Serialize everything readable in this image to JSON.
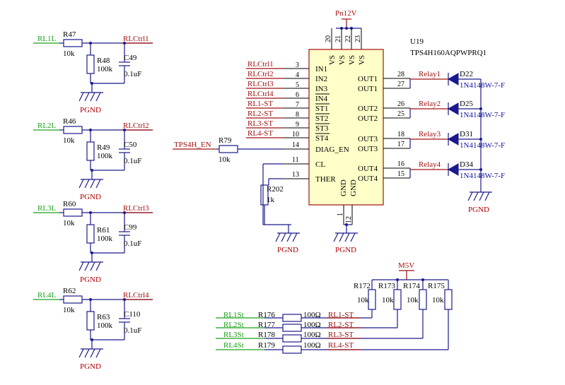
{
  "power": {
    "pn12v": "Pn12V",
    "m5v": "M5V",
    "pgnd": "PGND"
  },
  "channels": [
    {
      "in": "RL1L",
      "r1": "R47",
      "r1v": "10k",
      "r2": "R48",
      "r2v": "100k",
      "c": "C49",
      "cv": "0.1uF",
      "out": "RLCtrl1"
    },
    {
      "in": "RL2L",
      "r1": "R46",
      "r1v": "10k",
      "r2": "R49",
      "r2v": "100k",
      "c": "C50",
      "cv": "0.1uF",
      "out": "RLCtrl2"
    },
    {
      "in": "RL3L",
      "r1": "R60",
      "r1v": "10k",
      "r2": "R61",
      "r2v": "100k",
      "c": "C99",
      "cv": "0.1uF",
      "out": "RLCtrl3"
    },
    {
      "in": "RL4L",
      "r1": "R62",
      "r1v": "10k",
      "r2": "R63",
      "r2v": "100k",
      "c": "C110",
      "cv": "0.1uF",
      "out": "RLCtrl4"
    }
  ],
  "ic": {
    "ref": "U19",
    "part": "TPS4H160AQPWPRQ1",
    "vs_pins": [
      "20",
      "21",
      "22",
      "23"
    ],
    "vs_label": "VS",
    "left_pins": [
      {
        "net": "RLCtrl1",
        "num": "3",
        "name": "IN1"
      },
      {
        "net": "RLCtrl2",
        "num": "4",
        "name": "IN2"
      },
      {
        "net": "RLCtrl3",
        "num": "5",
        "name": "IN3"
      },
      {
        "net": "RLCtrl4",
        "num": "6",
        "name": "IN4"
      },
      {
        "net": "RL1-ST",
        "num": "7",
        "name": "ST1"
      },
      {
        "net": "RL2-ST",
        "num": "8",
        "name": "ST2"
      },
      {
        "net": "RL3-ST",
        "num": "9",
        "name": "ST3"
      },
      {
        "net": "RL4-ST",
        "num": "10",
        "name": "ST4"
      },
      {
        "net": "",
        "num": "14",
        "name": "DIAG_EN"
      },
      {
        "net": "",
        "num": "11",
        "name": "CL"
      },
      {
        "net": "",
        "num": "13",
        "name": "THER"
      }
    ],
    "right_pins": [
      {
        "num": "28",
        "name": "OUT1"
      },
      {
        "num": "27",
        "name": "OUT1"
      },
      {
        "num": "26",
        "name": "OUT2"
      },
      {
        "num": "25",
        "name": "OUT2"
      },
      {
        "num": "18",
        "name": "OUT3"
      },
      {
        "num": "17",
        "name": "OUT3"
      },
      {
        "num": "16",
        "name": "OUT4"
      },
      {
        "num": "15",
        "name": "OUT4"
      }
    ],
    "gnd_pins": [
      "1",
      "12"
    ],
    "gnd_label": "GND"
  },
  "diag": {
    "net": "TPS4H_EN",
    "r": "R79",
    "rv": "10k"
  },
  "cl_res": {
    "r": "R202",
    "rv": "1k"
  },
  "relays": [
    {
      "net": "Relay1",
      "d": "D22",
      "part": "1N4148W-7-F"
    },
    {
      "net": "Relay2",
      "d": "D25",
      "part": "1N4148W-7-F"
    },
    {
      "net": "Relay3",
      "d": "D31",
      "part": "1N4148W-7-F"
    },
    {
      "net": "Relay4",
      "d": "D34",
      "part": "1N4148W-7-F"
    }
  ],
  "pullups": [
    {
      "r": "R172",
      "rv": "10k"
    },
    {
      "r": "R173",
      "rv": "10k"
    },
    {
      "r": "R174",
      "rv": "10k"
    },
    {
      "r": "R175",
      "rv": "10k"
    }
  ],
  "status": [
    {
      "in": "RL1St",
      "r": "R176",
      "rv": "100Ω",
      "out": "RL1-ST"
    },
    {
      "in": "RL2St",
      "r": "R177",
      "rv": "100Ω",
      "out": "RL2-ST"
    },
    {
      "in": "RL3St",
      "r": "R178",
      "rv": "100Ω",
      "out": "RL3-ST"
    },
    {
      "in": "RL4St",
      "r": "R179",
      "rv": "100Ω",
      "out": "RL4-ST"
    }
  ]
}
